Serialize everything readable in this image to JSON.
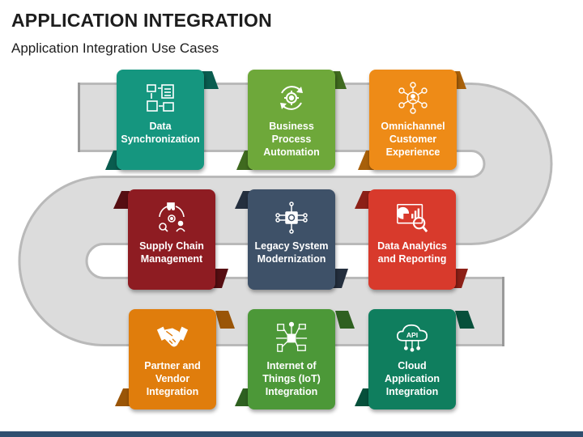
{
  "header": {
    "title": "APPLICATION INTEGRATION",
    "subtitle": "Application Integration Use Cases"
  },
  "colors": {
    "teal": "#15967f",
    "green": "#6ea83a",
    "orange": "#ee8b17",
    "maroon": "#8e1c22",
    "slate": "#3e5168",
    "red": "#d83a2c",
    "amber": "#e07d0c",
    "leaf": "#4c9838",
    "emerald": "#0f7e5e",
    "road": "#dcdcdc",
    "footer": "#2f4f6f"
  },
  "cards": [
    {
      "id": "data-sync",
      "label": "Data Synchronization",
      "icon": "data-sync-icon",
      "color": "#15967f"
    },
    {
      "id": "bpa",
      "label": "Business Process Automation",
      "icon": "gear-cycle-icon",
      "color": "#6ea83a"
    },
    {
      "id": "omni",
      "label": "Omnichannel Customer Experience",
      "icon": "customer-network-icon",
      "color": "#ee8b17"
    },
    {
      "id": "supply",
      "label": "Supply Chain Management",
      "icon": "supply-chain-icon",
      "color": "#8e1c22"
    },
    {
      "id": "legacy",
      "label": "Legacy System Modernization",
      "icon": "chip-circuit-icon",
      "color": "#3e5168"
    },
    {
      "id": "analytics",
      "label": "Data Analytics and Reporting",
      "icon": "analytics-magnifier-icon",
      "color": "#d83a2c"
    },
    {
      "id": "partner",
      "label": "Partner and Vendor Integration",
      "icon": "handshake-icon",
      "color": "#e07d0c"
    },
    {
      "id": "iot",
      "label": "Internet of Things (IoT) Integration",
      "icon": "iot-hub-icon",
      "color": "#4c9838"
    },
    {
      "id": "cloud",
      "label": "Cloud Application Integration",
      "icon": "cloud-api-icon",
      "color": "#0f7e5e"
    }
  ],
  "cloud_badge": "API"
}
